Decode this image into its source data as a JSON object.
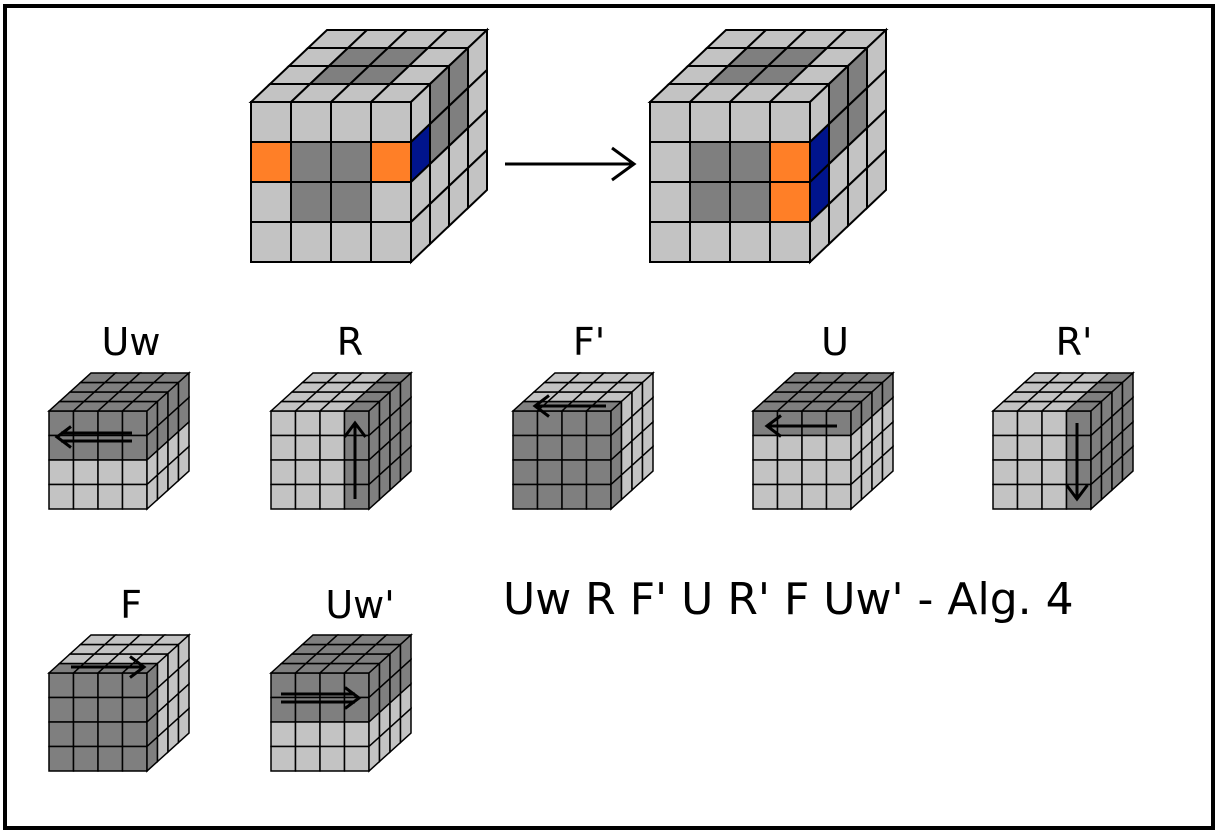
{
  "colors": {
    "light": "#c3c3c3",
    "dark": "#7f7f7f",
    "orange": "#ff7f27",
    "blue": "#00148c",
    "stroke": "#000000"
  },
  "moves": [
    {
      "label": "Uw",
      "arrow": "left",
      "double": true
    },
    {
      "label": "R",
      "arrow": "up",
      "double": false
    },
    {
      "label": "F'",
      "arrow": "left",
      "double": false
    },
    {
      "label": "U",
      "arrow": "left",
      "double": false
    },
    {
      "label": "R'",
      "arrow": "down",
      "double": false
    },
    {
      "label": "F",
      "arrow": "right",
      "double": false
    },
    {
      "label": "Uw'",
      "arrow": "right",
      "double": true
    }
  ],
  "algorithm": "Uw R F' U R' F Uw' - Alg. 4"
}
